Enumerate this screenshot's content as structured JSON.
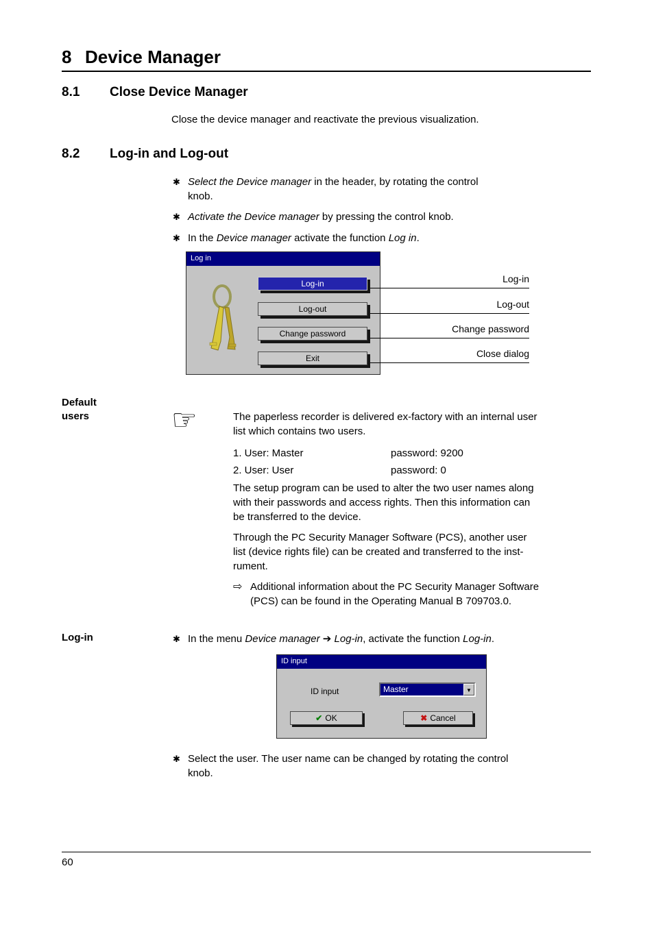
{
  "chapter": {
    "number": "8",
    "name": "Device Manager"
  },
  "s81": {
    "number": "8.1",
    "title": "Close Device Manager",
    "body": "Close the device manager and reactivate the previous visualization."
  },
  "s82": {
    "number": "8.2",
    "title": "Log-in and Log-out",
    "b1_i": "Select the Device manager",
    "b1_r": " in the header, by rotating the control\nknob.",
    "b2_i": "Activate the Device manager",
    "b2_r": " by pressing the control knob.",
    "b3_r1": "In the ",
    "b3_i1": "Device manager",
    "b3_r2": " activate the function ",
    "b3_i2": "Log in",
    "b3_r3": "."
  },
  "icons": {
    "bullet": "✱",
    "hand": "☞",
    "note_arrow": "⇨",
    "menu_arrow": "➔",
    "dropdown_arrow": "▼",
    "ok_check": "✔",
    "cancel_x": "✖"
  },
  "login_dialog": {
    "title": "Log in",
    "buttons": [
      "Log-in",
      "Log-out",
      "Change password",
      "Exit"
    ],
    "callouts": [
      "Log-in",
      "Log-out",
      "Change password",
      "Close dialog"
    ]
  },
  "default_users": {
    "heading": "Default\nusers",
    "intro": "The paperless recorder is delivered ex-factory with an internal user\nlist which contains two users.",
    "users": [
      {
        "name": "1. User: Master",
        "password": "password: 9200"
      },
      {
        "name": "2. User: User",
        "password": "password: 0"
      }
    ],
    "para1": "The setup program can be used to alter the two user names along\nwith their passwords and access rights. Then this information can\nbe transferred to the device.",
    "para2": "Through the PC Security Manager Software (PCS), another user\nlist (device rights file) can be created and transferred to the inst-\nrument.",
    "note": "Additional information about the PC Security Manager Software\n(PCS) can be found in the Operating Manual B 709703.0."
  },
  "login_section": {
    "heading": "Log-in",
    "m_r1": "In the menu ",
    "m_i1": "Device manager",
    "m_arrow": " ➔ ",
    "m_i2": "Log-in",
    "m_r2": ", activate the function ",
    "m_i3": "Log-in",
    "m_r3": "."
  },
  "id_dialog": {
    "title": "ID input",
    "label": "ID input",
    "dropdown_value": "Master",
    "ok_label": "OK",
    "cancel_label": "Cancel"
  },
  "final_bullet": "Select the user. The user name can be changed by rotating the control\nknob.",
  "page_number": "60"
}
